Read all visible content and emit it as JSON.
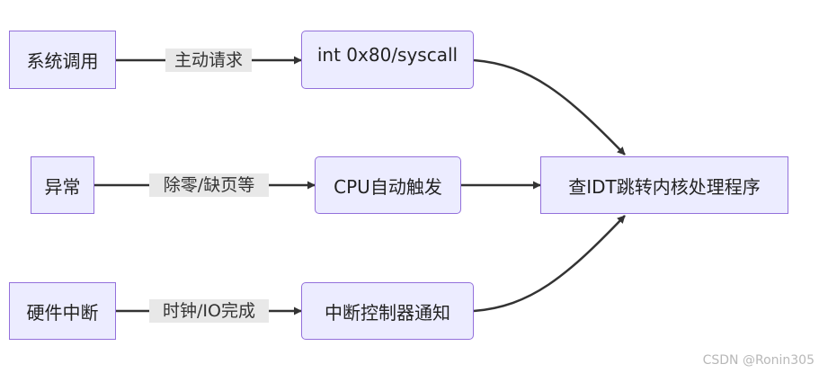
{
  "nodes": {
    "syscall": "系统调用",
    "exception": "异常",
    "hw_interrupt": "硬件中断",
    "int80": "int 0x80/syscall",
    "cpu_auto": "CPU自动触发",
    "irq_controller": "中断控制器通知",
    "idt_dispatch": "查IDT跳转内核处理程序"
  },
  "edges": {
    "active_request": "主动请求",
    "div_zero_page_fault": "除零/缺页等",
    "clock_io_done": "时钟/IO完成"
  },
  "colors": {
    "node_fill": "#ececff",
    "node_border": "#9370db",
    "edge_line": "#333333",
    "label_bg": "#e8e8e8"
  },
  "watermark": "CSDN @Ronin305"
}
